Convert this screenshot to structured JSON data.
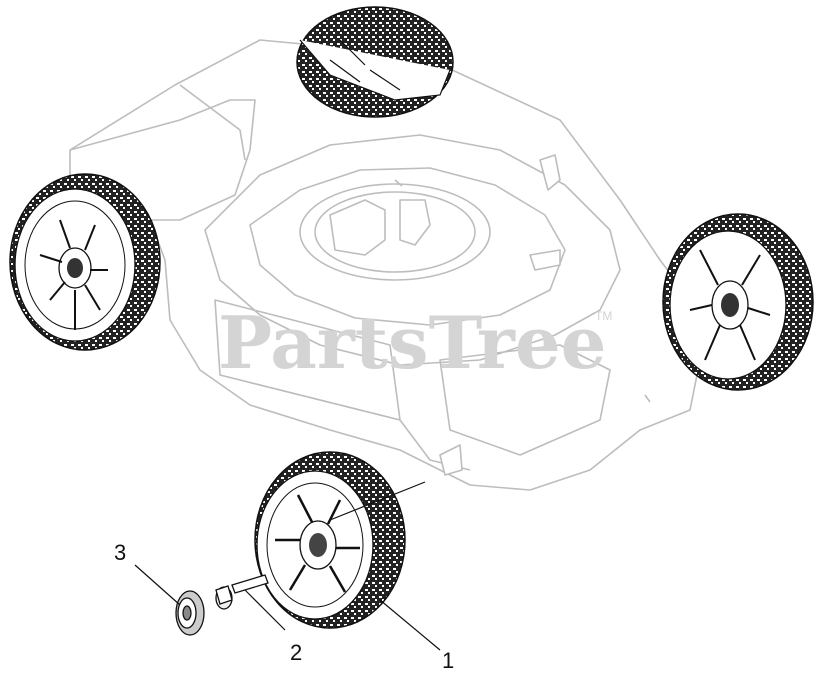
{
  "watermark": {
    "text": "PartsTree",
    "mark": "TM"
  },
  "callouts": [
    {
      "label": "1",
      "part": "wheel"
    },
    {
      "label": "2",
      "part": "shoulder-bolt"
    },
    {
      "label": "3",
      "part": "hub-cap"
    }
  ],
  "colors": {
    "line": "#111111",
    "ghost": "#bdbdbd",
    "tire": "#1a1a1a",
    "watermark": "#d4d4d4"
  }
}
